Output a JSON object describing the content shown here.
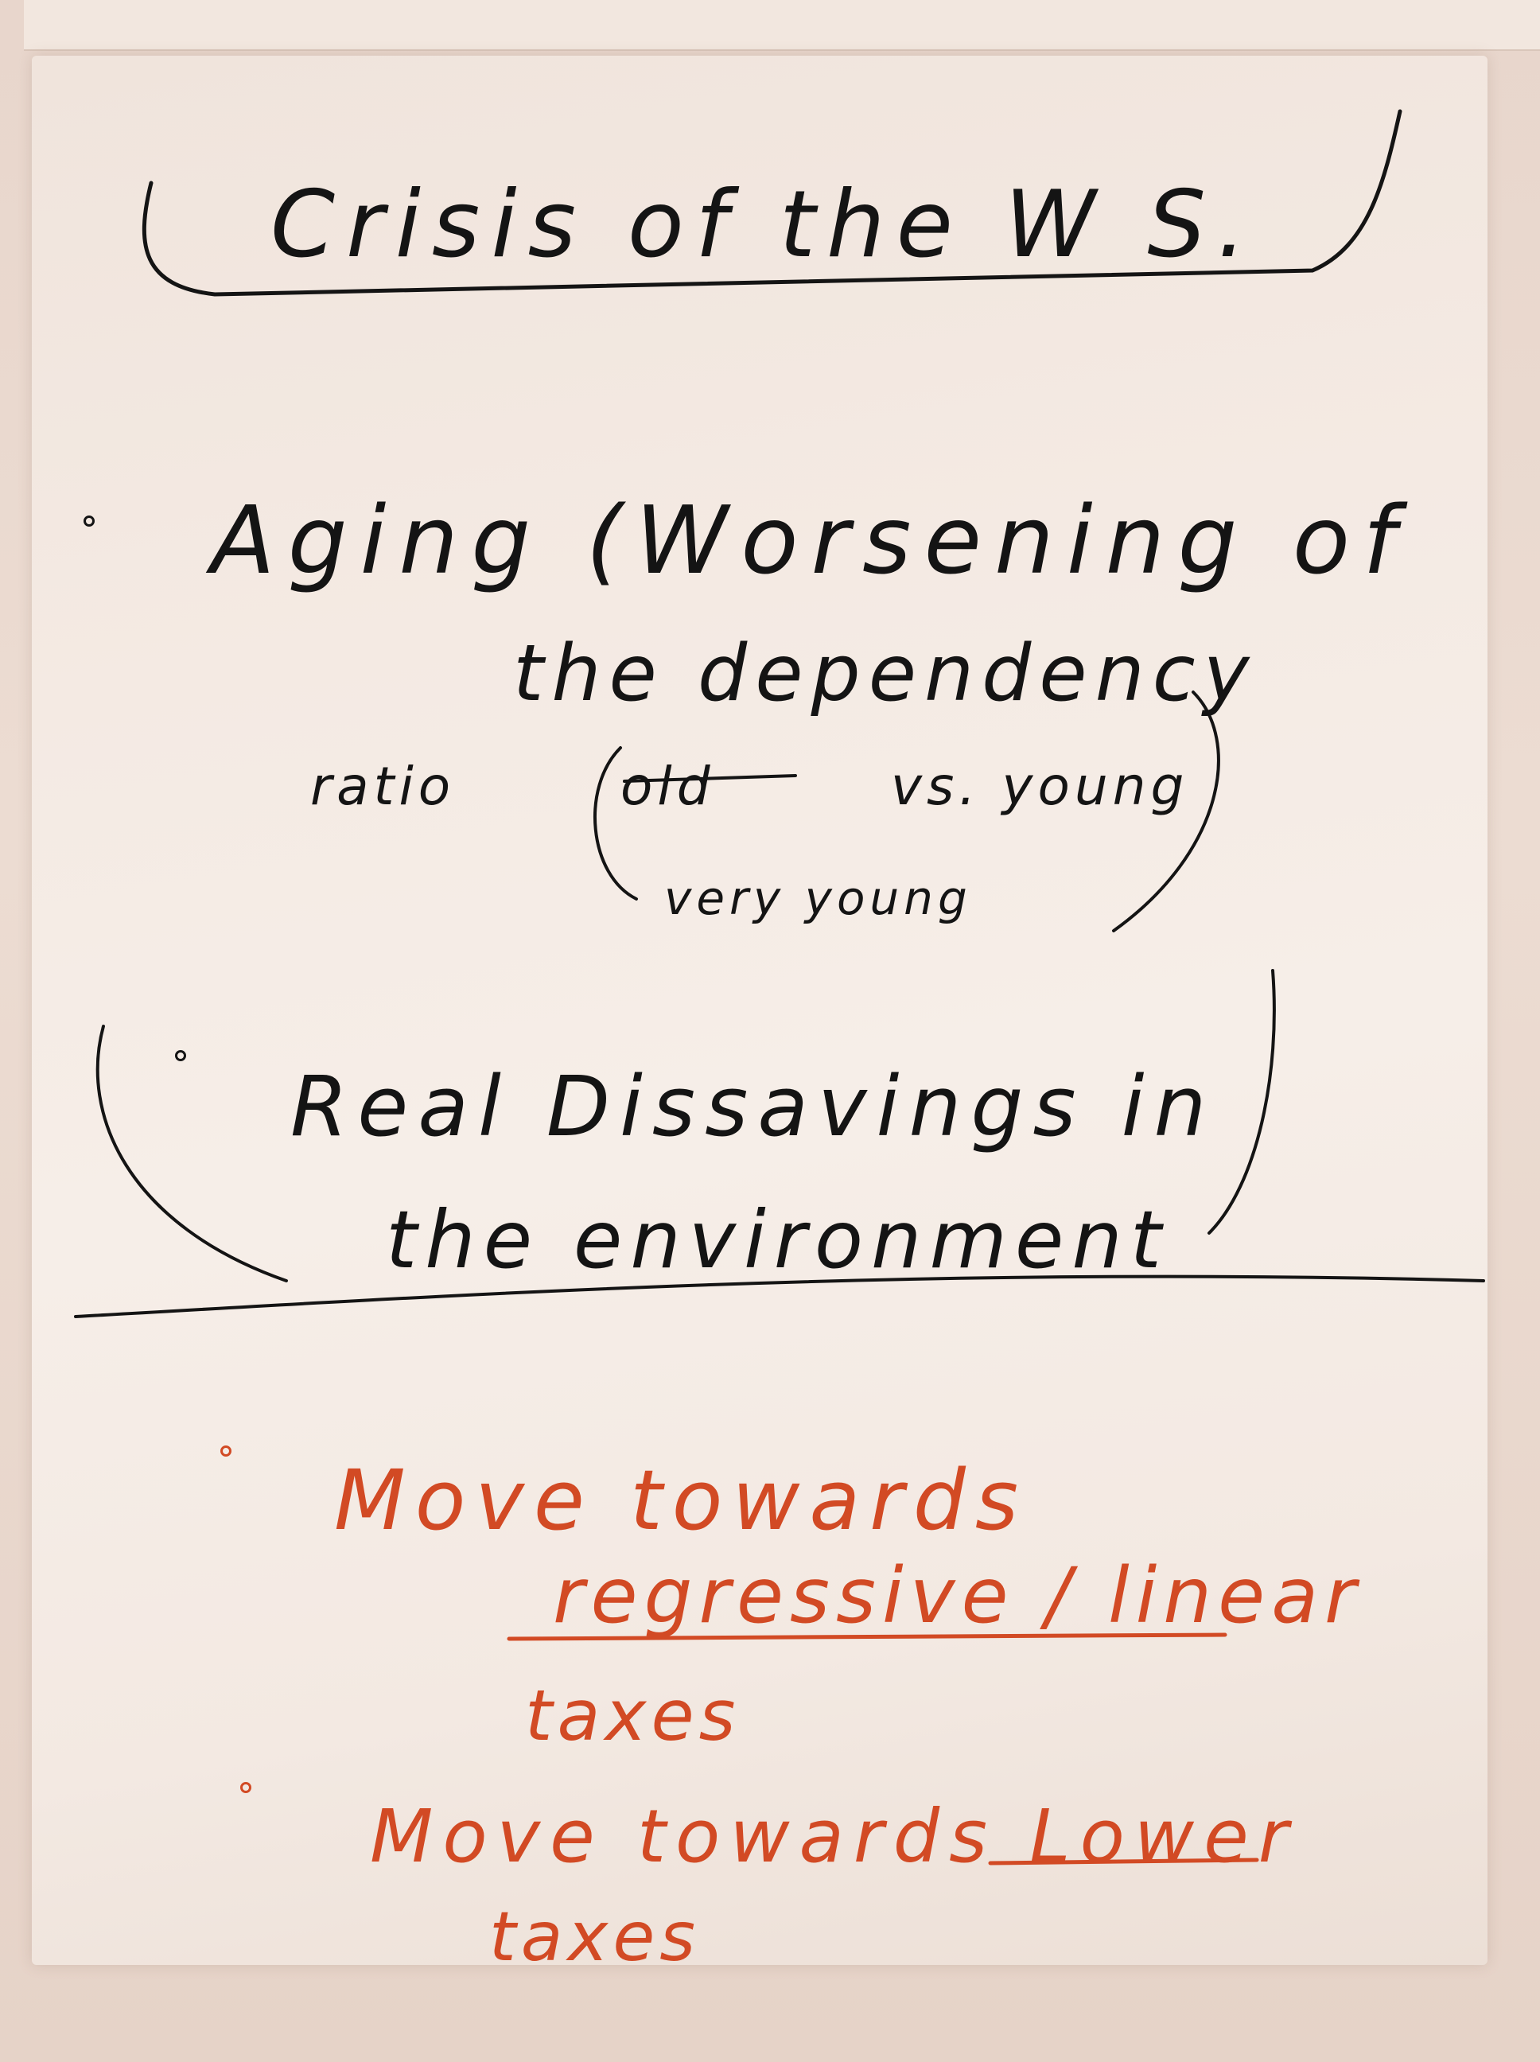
{
  "colors": {
    "wall": "#e9d9cf",
    "sheet": "#f4eae3",
    "black_marker": "#141414",
    "red_marker": "#d24a24"
  },
  "flipchart": {
    "title": "Crisis of the W S.",
    "bullets": [
      {
        "color": "black",
        "lines": [
          "Aging (Worsening of",
          "the dependency",
          "ratio"
        ],
        "fraction": {
          "numerator": "old",
          "vs": "vs. young",
          "denominator": "very young"
        }
      },
      {
        "color": "black",
        "lines": [
          "Real Dissavings in",
          "the environment"
        ]
      },
      {
        "color": "red",
        "lines": [
          "Move towards",
          "regressive / linear",
          "taxes"
        ]
      },
      {
        "color": "red",
        "lines": [
          "Move towards Lower",
          "taxes"
        ]
      }
    ]
  }
}
